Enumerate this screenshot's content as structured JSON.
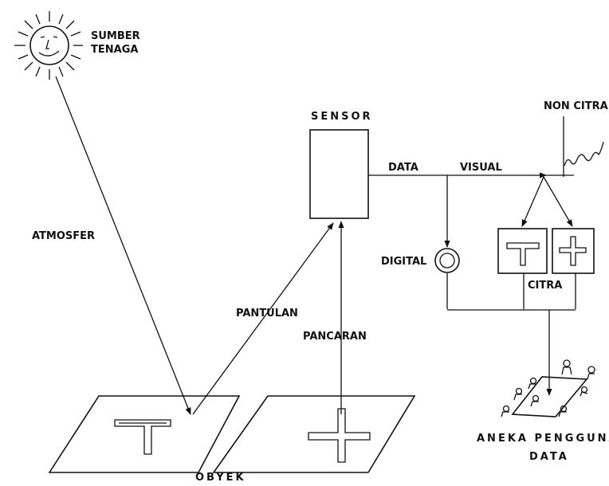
{
  "labels": {
    "sumber_line1": "SUMBER",
    "sumber_line2": "TENAGA",
    "atmosfer": "ATMOSFER",
    "sensor": "SENSOR",
    "data": "DATA",
    "visual": "VISUAL",
    "non_citra": "NON CITRA",
    "digital": "DIGITAL",
    "citra": "CITRA",
    "pantulan": "PANTULAN",
    "pancaran": "PANCARAN",
    "obyek": "OBYEK",
    "aneka_pengguna": "ANEKA  PENGGUNA",
    "data_users": "DATA"
  }
}
